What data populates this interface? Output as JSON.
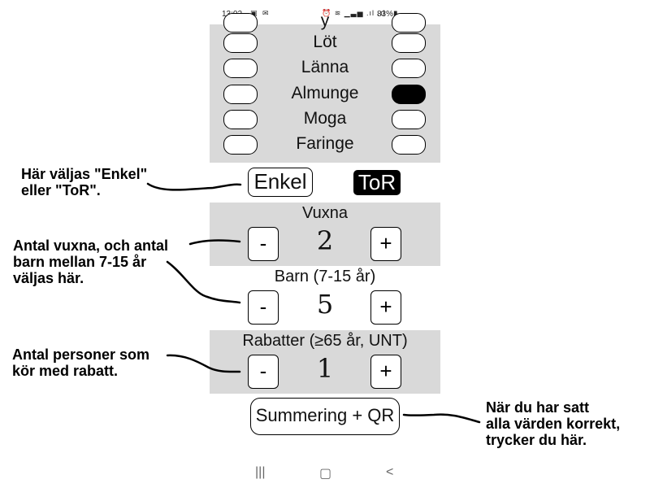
{
  "status_bar": {
    "time": "13:02",
    "left_icons": "▣ ✉",
    "right_icons": "⏰ ≋ ▁▃▅ .ıl .ıl",
    "battery": "83%▮"
  },
  "stations": {
    "partial_top": "y",
    "rows": [
      {
        "name": "Löt",
        "left_on": false,
        "right_on": false
      },
      {
        "name": "Länna",
        "left_on": false,
        "right_on": false
      },
      {
        "name": "Almunge",
        "left_on": false,
        "right_on": true
      },
      {
        "name": "Moga",
        "left_on": false,
        "right_on": false
      },
      {
        "name": "Faringe",
        "left_on": false,
        "right_on": false
      }
    ]
  },
  "trip_type": {
    "single_label": "Enkel",
    "return_label": "ToR",
    "selected": "ToR"
  },
  "counters": {
    "adults": {
      "label": "Vuxna",
      "value": "2",
      "minus": "-",
      "plus": "+"
    },
    "children": {
      "label": "Barn (7-15 år)",
      "value": "5",
      "minus": "-",
      "plus": "+"
    },
    "discounts": {
      "label": "Rabatter (≥65 år, UNT)",
      "value": "1",
      "minus": "-",
      "plus": "+"
    }
  },
  "summary_button": "Summering + QR",
  "nav_bar": {
    "recents": "|||",
    "home": "▢",
    "back": "<"
  },
  "annotations": {
    "trip_type_note": [
      "Här väljas \"Enkel\"",
      "eller \"ToR\"."
    ],
    "counts_note": [
      "Antal vuxna, och antal",
      "barn mellan 7-15 år",
      "väljas här."
    ],
    "discount_note": [
      "Antal personer som",
      "kör med rabatt."
    ],
    "summary_note": [
      "När du har satt",
      "alla värden korrekt,",
      "trycker du här."
    ]
  }
}
